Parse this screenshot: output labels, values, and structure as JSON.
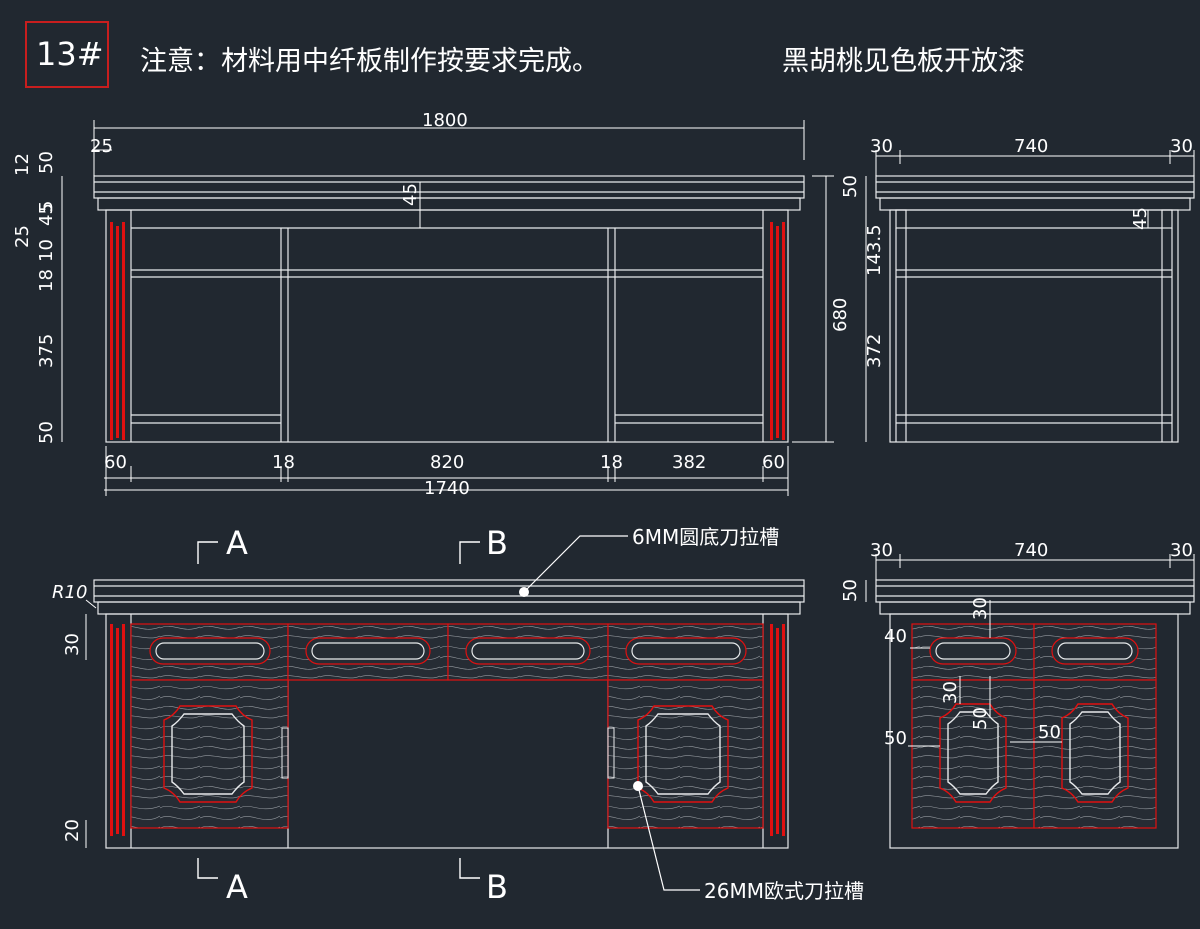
{
  "drawing_number": "13#",
  "note": "注意：材料用中纤板制作按要求完成。",
  "finish": "黑胡桃见色板开放漆",
  "colors": {
    "background": "#212830",
    "line": "#e8eaec",
    "red": "#e01010",
    "dim": "#ffffff",
    "frame": "#c81e1e"
  },
  "front_frame_view": {
    "top_dims": {
      "overall": "1800",
      "overhang": "25"
    },
    "left_dims": [
      "12",
      "50",
      "25",
      "45",
      "10",
      "5",
      "18",
      "375",
      "50"
    ],
    "inner_dim": "45",
    "right_height": "680",
    "bottom_dims": [
      "60",
      "18",
      "820",
      "18",
      "382",
      "60"
    ],
    "bottom_overall": "1740"
  },
  "side_frame_view": {
    "top_dims": [
      "30",
      "740",
      "30"
    ],
    "left_dims": [
      "50",
      "143.5",
      "372"
    ],
    "inner_dim": "45"
  },
  "front_door_view": {
    "section_marks": [
      "A",
      "B",
      "A",
      "B"
    ],
    "callout_top": "6MM圆底刀拉槽",
    "callout_bottom": "26MM欧式刀拉槽",
    "radius_label": "R10",
    "left_dims": [
      "30",
      "20"
    ]
  },
  "side_door_view": {
    "top_dims": [
      "30",
      "740",
      "30"
    ],
    "height_dim": "50",
    "inner_dims": [
      "30",
      "40",
      "30",
      "50",
      "50",
      "50"
    ]
  }
}
